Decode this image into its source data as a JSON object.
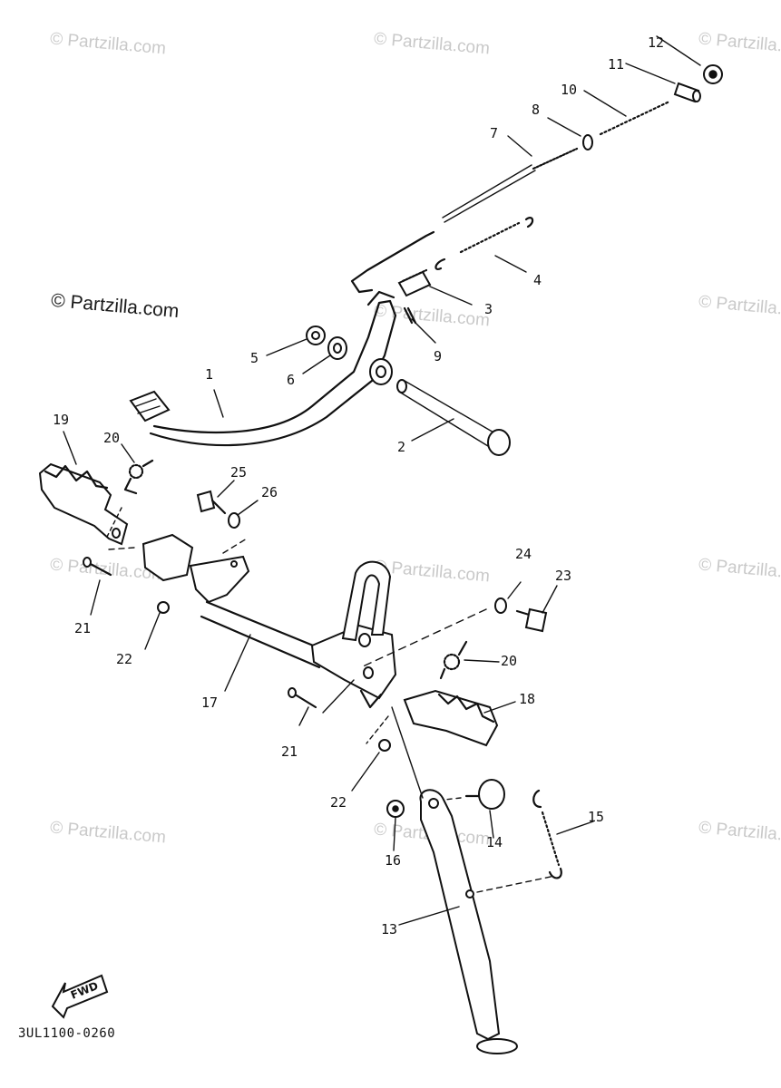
{
  "watermark": {
    "text": "© Partzilla.com",
    "prominent": "© Partzilla.com"
  },
  "callouts": [
    "1",
    "2",
    "3",
    "4",
    "5",
    "6",
    "7",
    "8",
    "9",
    "10",
    "11",
    "12",
    "13",
    "14",
    "15",
    "16",
    "17",
    "18",
    "19",
    "20",
    "21",
    "22",
    "23",
    "24",
    "25",
    "26"
  ],
  "fwd_label": "FWD",
  "diagram_code": "3UL1100-0260"
}
